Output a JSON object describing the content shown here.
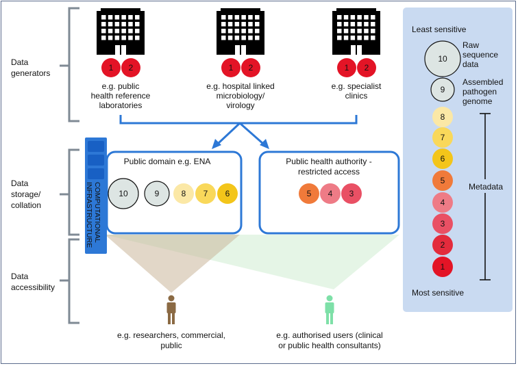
{
  "row_labels": {
    "generators": [
      "Data",
      "generators"
    ],
    "storage": [
      "Data",
      "storage/",
      "collation"
    ],
    "accessibility": [
      "Data",
      "accessibility"
    ]
  },
  "generators": [
    {
      "lines": [
        "e.g. public",
        "health reference",
        "laboratories"
      ],
      "badges": [
        "1",
        "2"
      ]
    },
    {
      "lines": [
        "e.g. hospital linked",
        "microbiology/",
        "virology"
      ],
      "badges": [
        "1",
        "2"
      ]
    },
    {
      "lines": [
        "e.g. specialist",
        "clinics"
      ],
      "badges": [
        "1",
        "2"
      ]
    }
  ],
  "infrastructure_label": [
    "COMPUTATIONAL",
    "INFRASTRUCTURE"
  ],
  "public_box": {
    "title": "Public domain e.g. ENA",
    "items": [
      "10",
      "9",
      "8",
      "7",
      "6"
    ]
  },
  "restricted_box": {
    "title_lines": [
      "Public health authority -",
      "restricted access"
    ],
    "items": [
      "5",
      "4",
      "3"
    ]
  },
  "users": [
    {
      "lines": [
        "e.g. researchers, commercial,",
        "public"
      ],
      "color": "#8b6a44"
    },
    {
      "lines": [
        "e.g. authorised users (clinical",
        "or public health consultants)"
      ],
      "color": "#7ee0a8"
    }
  ],
  "legend": {
    "least": "Least sensitive",
    "most": "Most sensitive",
    "metadata": "Metadata",
    "raw": [
      "Raw",
      "sequence",
      "data"
    ],
    "assembled": [
      "Assembled",
      "pathogen",
      "genome"
    ],
    "scale": [
      {
        "n": "10",
        "color": "#dde5e3"
      },
      {
        "n": "9",
        "color": "#dde5e3"
      },
      {
        "n": "8",
        "color": "#fbe8a6"
      },
      {
        "n": "7",
        "color": "#f9d85a"
      },
      {
        "n": "6",
        "color": "#f3c51a"
      },
      {
        "n": "5",
        "color": "#f07a3a"
      },
      {
        "n": "4",
        "color": "#ee7b86"
      },
      {
        "n": "3",
        "color": "#e95064"
      },
      {
        "n": "2",
        "color": "#e32b3c"
      },
      {
        "n": "1",
        "color": "#e31426"
      }
    ]
  },
  "colors": {
    "blue": "#2d78d6",
    "bracket": "#7f8a94",
    "legend_bg": "#c9daf1",
    "most_sensitive": "#e31426",
    "red_badge": "#e31426"
  },
  "icons": [
    "building-icon",
    "person-icon"
  ]
}
